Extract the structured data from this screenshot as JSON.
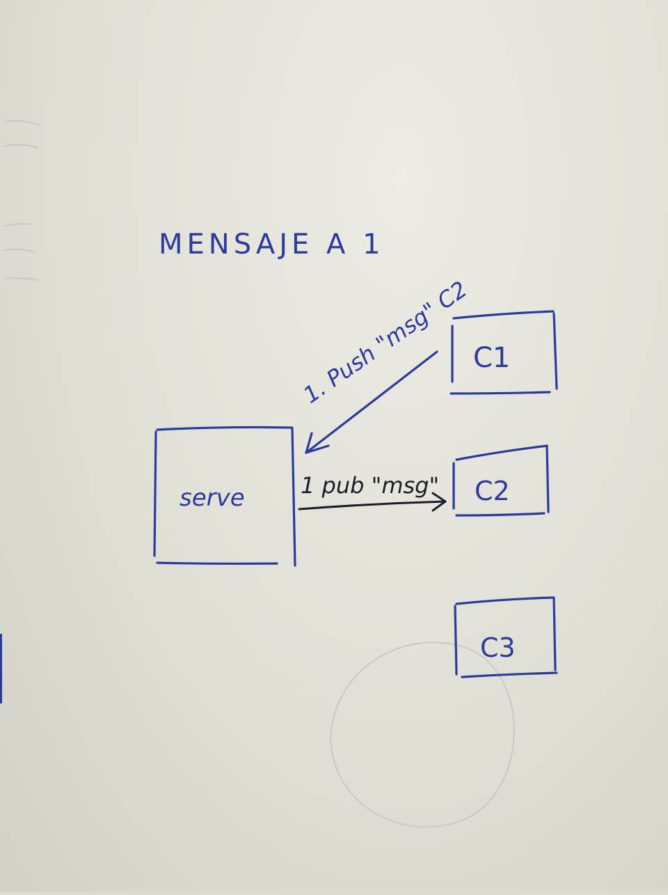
{
  "diagram": {
    "title": "MENSAJE A 1",
    "nodes": {
      "server": "serve",
      "c1": "C1",
      "c2": "C2",
      "c3": "C3"
    },
    "edges": {
      "push": "1. Push \"msg\" C2",
      "pub": "1 pub \"msg\""
    }
  },
  "colors": {
    "ink_blue": "#2c3a9c",
    "ink_black": "#1d1d2a",
    "paper": "#e8e7e0"
  }
}
